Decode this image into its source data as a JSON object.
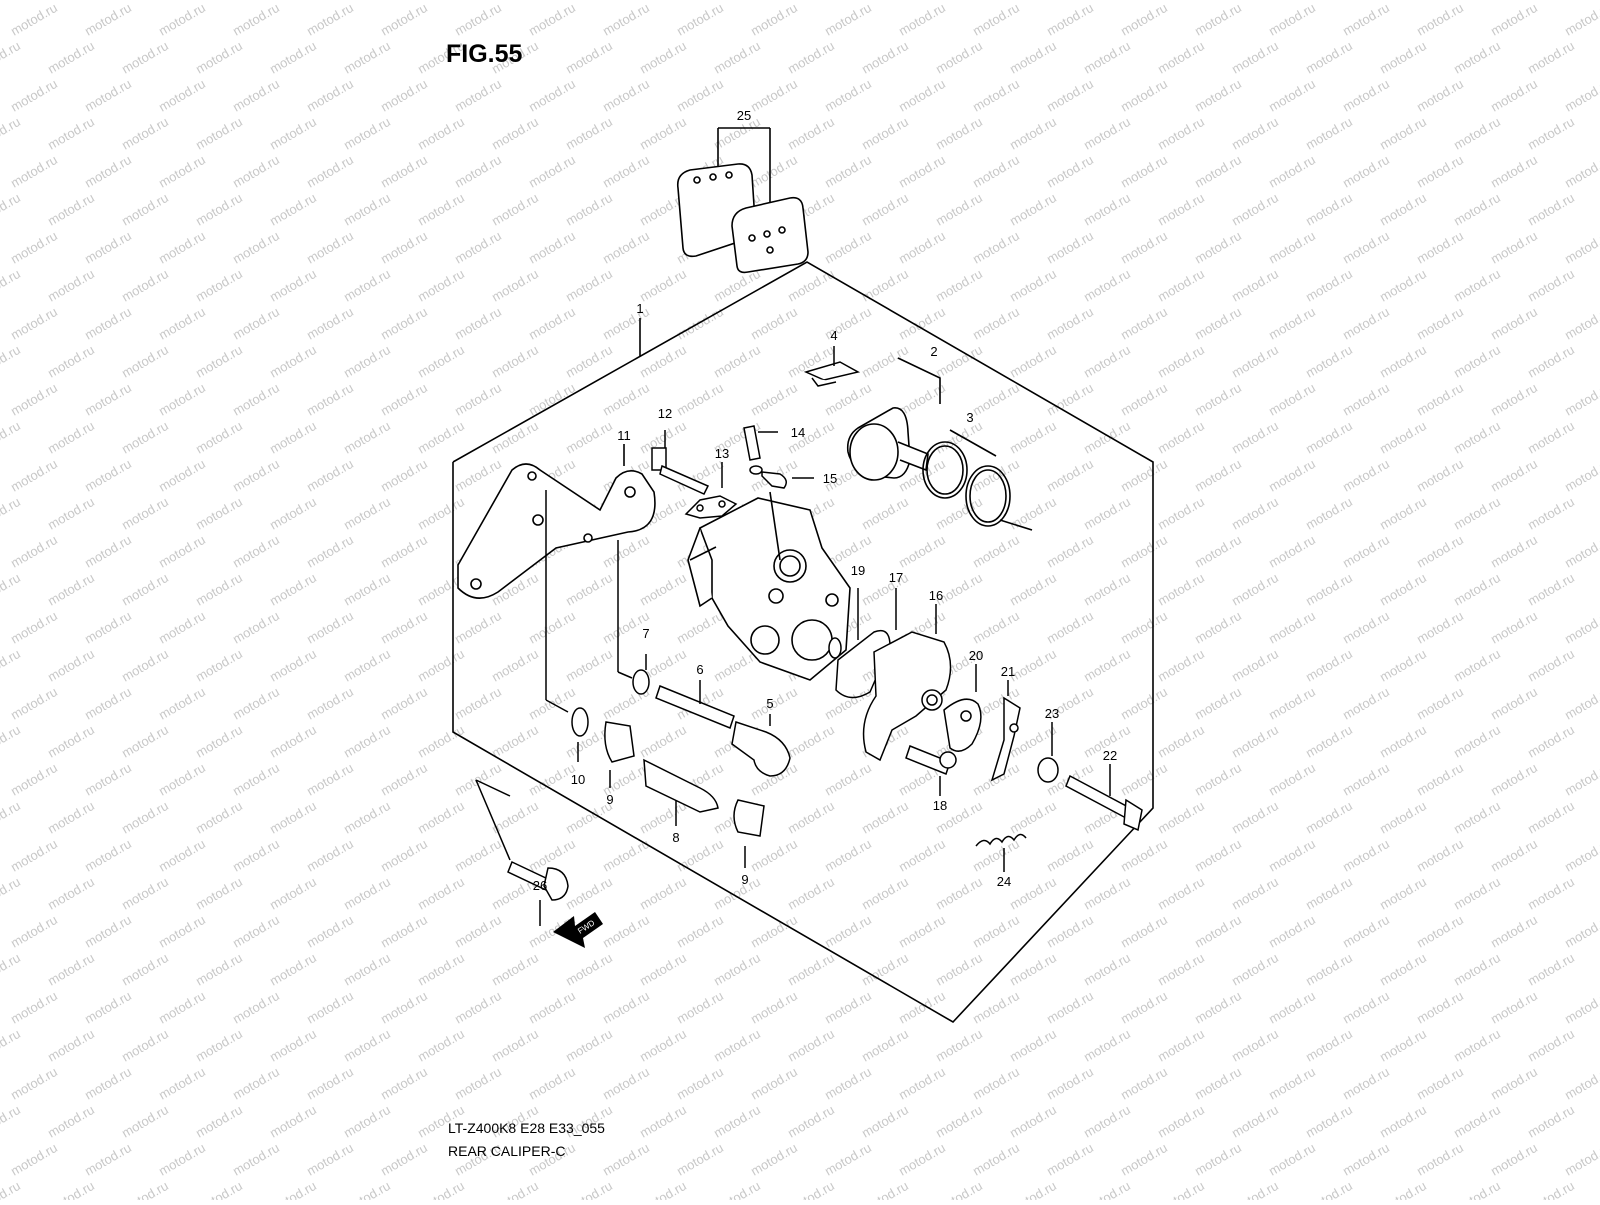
{
  "figure": {
    "title": "FIG.55",
    "model_code": "LT-Z400K8 E28 E33_055",
    "assembly_name": "REAR CALIPER-C",
    "watermark": "motod.ru",
    "fwd_label": "FWD"
  },
  "callouts": [
    {
      "id": "p1",
      "label": "1"
    },
    {
      "id": "p2",
      "label": "2"
    },
    {
      "id": "p3",
      "label": "3"
    },
    {
      "id": "p4",
      "label": "4"
    },
    {
      "id": "p5",
      "label": "5"
    },
    {
      "id": "p6",
      "label": "6"
    },
    {
      "id": "p7",
      "label": "7"
    },
    {
      "id": "p8",
      "label": "8"
    },
    {
      "id": "p9a",
      "label": "9"
    },
    {
      "id": "p9b",
      "label": "9"
    },
    {
      "id": "p10",
      "label": "10"
    },
    {
      "id": "p11",
      "label": "11"
    },
    {
      "id": "p12",
      "label": "12"
    },
    {
      "id": "p13",
      "label": "13"
    },
    {
      "id": "p14",
      "label": "14"
    },
    {
      "id": "p15",
      "label": "15"
    },
    {
      "id": "p16",
      "label": "16"
    },
    {
      "id": "p17",
      "label": "17"
    },
    {
      "id": "p18",
      "label": "18"
    },
    {
      "id": "p19",
      "label": "19"
    },
    {
      "id": "p20",
      "label": "20"
    },
    {
      "id": "p21",
      "label": "21"
    },
    {
      "id": "p22",
      "label": "22"
    },
    {
      "id": "p23",
      "label": "23"
    },
    {
      "id": "p24",
      "label": "24"
    },
    {
      "id": "p25",
      "label": "25"
    },
    {
      "id": "p26",
      "label": "26"
    }
  ],
  "colors": {
    "ink": "#000000",
    "watermark": "#c8c8c8",
    "paper": "#ffffff"
  }
}
